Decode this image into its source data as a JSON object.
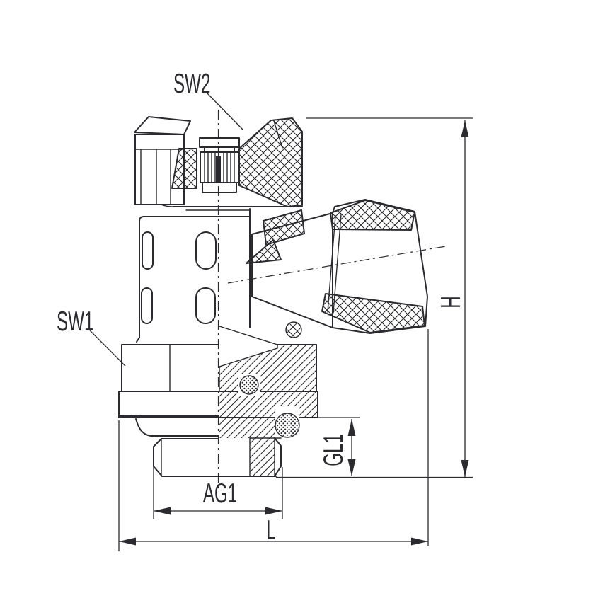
{
  "drawing": {
    "labels": {
      "sw2": "SW2",
      "sw1": "SW1",
      "h": "H",
      "gl1": "GL1",
      "ag1": "AG1",
      "l": "L"
    },
    "colors": {
      "line": "#2b2b2f",
      "background": "#ffffff"
    }
  }
}
